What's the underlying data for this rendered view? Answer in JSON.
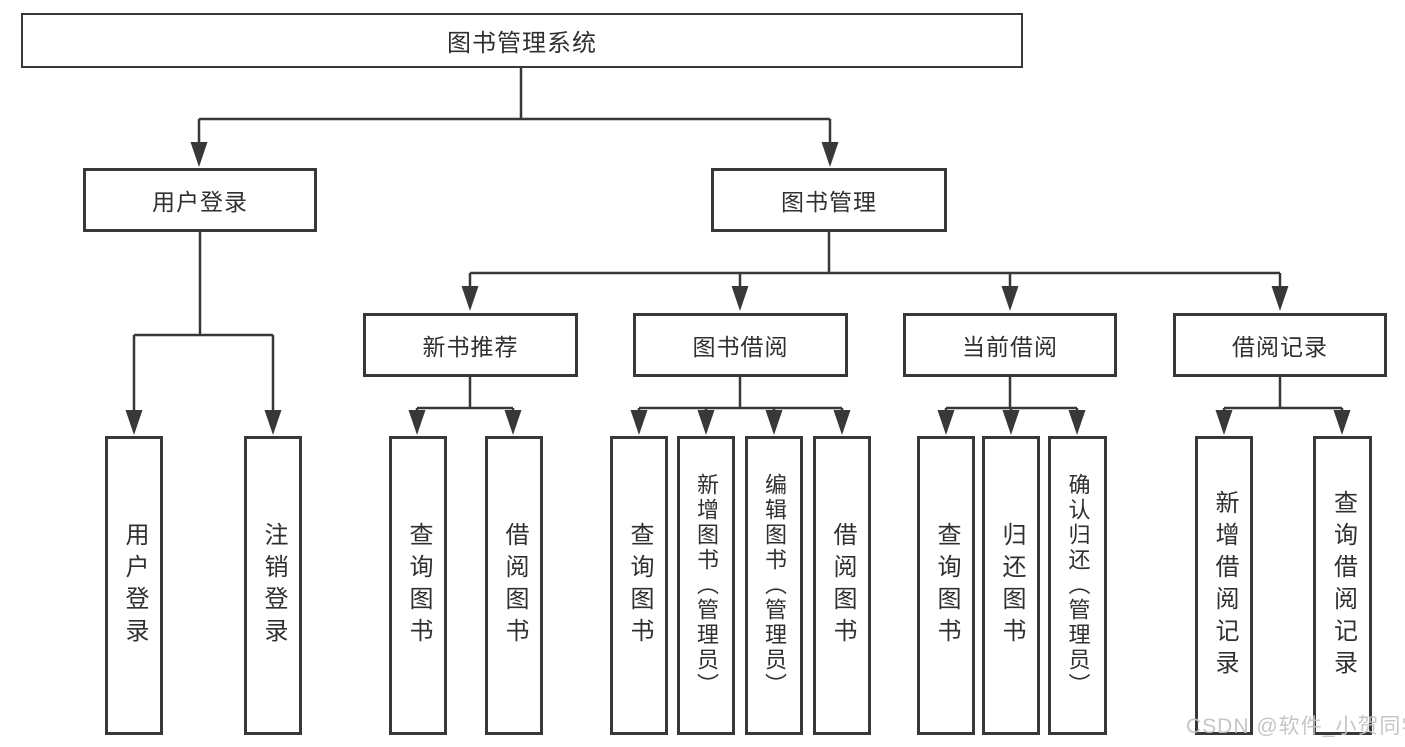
{
  "diagram": {
    "title": "图书管理系统",
    "root": "图书管理系统",
    "level2": {
      "user_login": "用户登录",
      "book_mgmt": "图书管理"
    },
    "level3": {
      "new_books": "新书推荐",
      "book_borrow": "图书借阅",
      "current_borrow": "当前借阅",
      "borrow_records": "借阅记录"
    },
    "leaves": {
      "user_login_leaf": "用户登录",
      "logout_leaf": "注销登录",
      "nb_query_books": "查询图书",
      "nb_borrow_books": "借阅图书",
      "bw_query_books": "查询图书",
      "bw_add_books": "新增图书（管理员）",
      "bw_edit_books": "编辑图书（管理员）",
      "bw_borrow_books": "借阅图书",
      "cur_query_books": "查询图书",
      "cur_return_books": "归还图书",
      "cur_confirm_return": "确认归还（管理员）",
      "rec_add_record": "新增借阅记录",
      "rec_query_record": "查询借阅记录"
    },
    "line_color": "#383838"
  },
  "watermark": "CSDN @软件_小贺同学"
}
